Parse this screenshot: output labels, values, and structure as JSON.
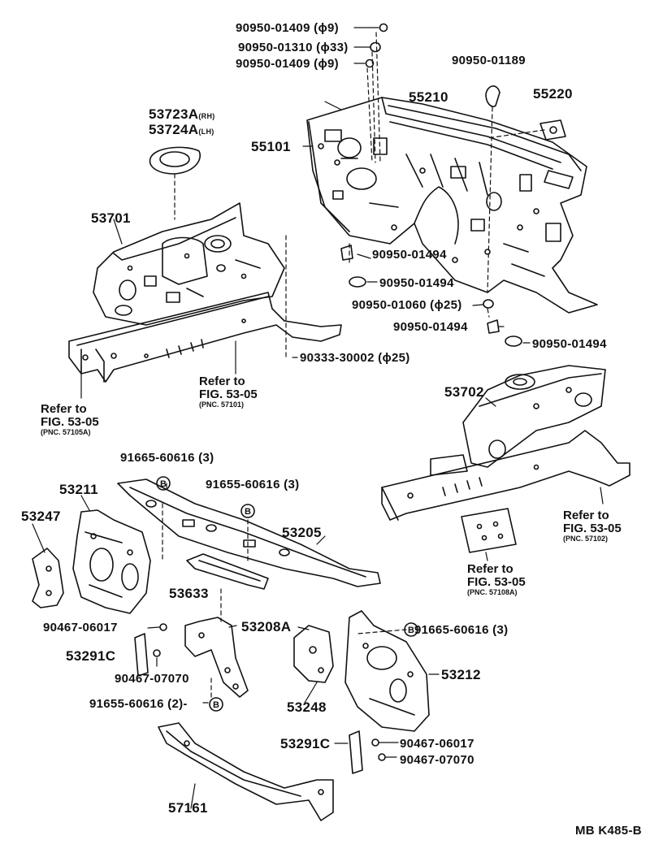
{
  "labels": {
    "p55210": "55210",
    "p55220": "55220",
    "p55101": "55101",
    "p53723": "53723A",
    "p53723_side": "(RH)",
    "p53724": "53724A",
    "p53724_side": "(LH)",
    "p53701": "53701",
    "p53702": "53702",
    "p53211": "53211",
    "p53247": "53247",
    "p53205": "53205",
    "p53633": "53633",
    "p53208": "53208A",
    "p53291a": "53291C",
    "p53248": "53248",
    "p53212": "53212",
    "p53291b": "53291C",
    "p57161": "57161",
    "b1": "90950-01409 (ϕ9)",
    "b2": "90950-01310 (ϕ33)",
    "b3": "90950-01409 (ϕ9)",
    "b4": "90950-01189",
    "b5": "90950-01494",
    "b6": "90950-01494",
    "b7": "90950-01060 (ϕ25)",
    "b8": "90950-01494",
    "b9": "90950-01494",
    "b10": "90333-30002 (ϕ25)",
    "b11": "91665-60616 (3)",
    "b12": "91655-60616 (3)",
    "b13": "90467-06017",
    "b14": "90467-07070",
    "b15": "91655-60616 (2)-",
    "b16": "91665-60616 (3)",
    "b17": "90467-06017",
    "b18": "90467-07070",
    "mark": "B",
    "code": "MB K485-B"
  },
  "refs": [
    {
      "line1": "Refer to",
      "line2": "FIG. 53-05",
      "pnc": "(PNC. 57105A)"
    },
    {
      "line1": "Refer to",
      "line2": "FIG. 53-05",
      "pnc": "(PNC. 57101)"
    },
    {
      "line1": "Refer to",
      "line2": "FIG. 53-05",
      "pnc": "(PNC. 57102)"
    },
    {
      "line1": "Refer to",
      "line2": "FIG. 53-05",
      "pnc": "(PNC. 57108A)"
    }
  ],
  "colors": {
    "ink": "#111111",
    "paper": "#ffffff"
  }
}
